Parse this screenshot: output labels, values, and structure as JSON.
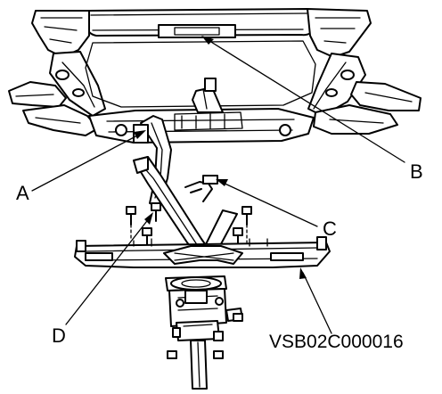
{
  "labels": {
    "a": "A",
    "b": "B",
    "c": "C",
    "d": "D"
  },
  "figure_code": "VSB02C000016"
}
